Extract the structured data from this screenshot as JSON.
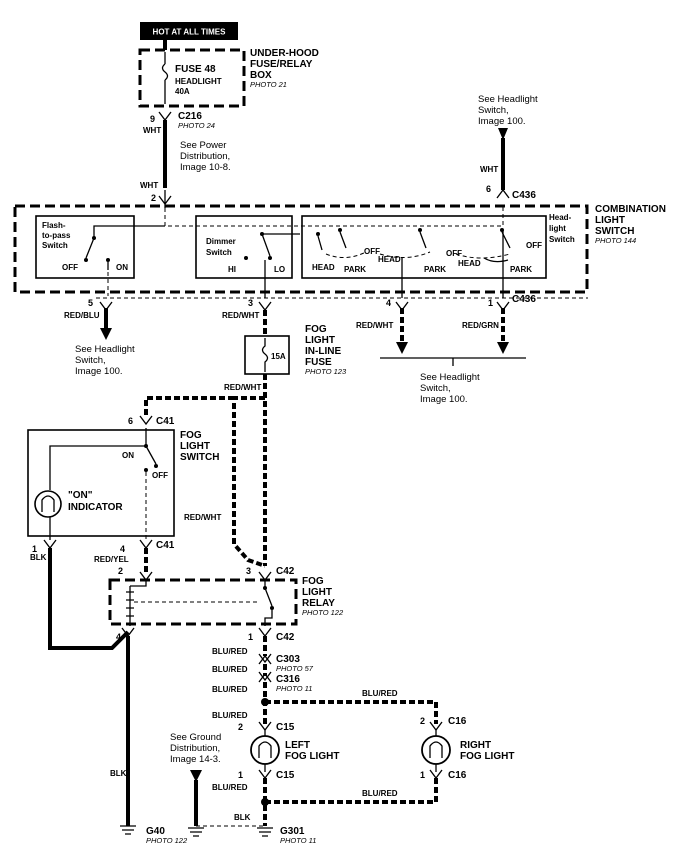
{
  "header": {
    "hot_label": "HOT AT ALL TIMES"
  },
  "underhood": {
    "title_lines": [
      "UNDER-HOOD",
      "FUSE/RELAY",
      "BOX"
    ],
    "photo": "PHOTO 21",
    "fuse_name": "FUSE 48",
    "fuse_desc_lines": [
      "HEADLIGHT",
      "40A"
    ]
  },
  "c216": {
    "pin": "9",
    "name": "C216",
    "photo": "PHOTO 24",
    "wire": "WHT"
  },
  "power_note": {
    "lines": [
      "See Power",
      "Distribution,",
      "Image 10-8."
    ]
  },
  "headlight_note_top": {
    "lines": [
      "See Headlight",
      "Switch,",
      "Image 100."
    ]
  },
  "top_wht": "WHT",
  "c436_top": {
    "pin": "6",
    "name": "C436"
  },
  "pin2": {
    "pin": "2",
    "wire": "WHT"
  },
  "combo": {
    "title_lines": [
      "COMBINATION",
      "LIGHT",
      "SWITCH"
    ],
    "photo": "PHOTO 144",
    "flash_lines": [
      "Flash-",
      "to-pass",
      "Switch"
    ],
    "flash_off": "OFF",
    "flash_on": "ON",
    "dimmer_lines": [
      "Dimmer",
      "Switch"
    ],
    "dimmer_hi": "HI",
    "dimmer_lo": "LO",
    "head_lines": [
      "Head-",
      "light",
      "Switch"
    ],
    "head_labels": [
      "HEAD",
      "PARK",
      "OFF",
      "HEAD",
      "PARK",
      "OFF",
      "HEAD",
      "PARK",
      "OFF"
    ]
  },
  "bottom_pins": {
    "p5": "5",
    "p3": "3",
    "p4": "4",
    "p1": "1",
    "c436": "C436",
    "w5": "RED/BLU",
    "w3": "RED/WHT",
    "w4": "RED/WHT",
    "w1": "RED/GRN"
  },
  "headlight_note_left": {
    "lines": [
      "See Headlight",
      "Switch,",
      "Image 100."
    ]
  },
  "headlight_note_right": {
    "lines": [
      "See Headlight",
      "Switch,",
      "Image 100."
    ]
  },
  "inline_fuse": {
    "title_lines": [
      "FOG",
      "LIGHT",
      "IN-LINE",
      "FUSE"
    ],
    "photo": "PHOTO 123",
    "rating": "15A"
  },
  "red_wht_1": "RED/WHT",
  "c41_top": {
    "pin": "6",
    "name": "C41"
  },
  "fog_switch": {
    "title_lines": [
      "FOG",
      "LIGHT",
      "SWITCH"
    ],
    "on": "ON",
    "off": "OFF",
    "indicator_lines": [
      "\"ON\"",
      "INDICATOR"
    ]
  },
  "red_wht_2": "RED/WHT",
  "c41_bottom": {
    "pin1": "1",
    "pin4": "4",
    "name": "C41",
    "w1": "BLK",
    "w4": "RED/YEL"
  },
  "relay": {
    "title_lines": [
      "FOG",
      "LIGHT",
      "RELAY"
    ],
    "photo": "PHOTO 122",
    "p2": "2",
    "p3": "3",
    "p4": "4",
    "p1": "1",
    "c42_top": "C42",
    "c42_bottom": "C42"
  },
  "c303": {
    "name": "C303",
    "photo": "PHOTO 57",
    "w_above": "BLU/RED",
    "w_below": "BLU/RED"
  },
  "c316": {
    "name": "C316",
    "photo": "PHOTO 11"
  },
  "blu_red_branch": "BLU/RED",
  "left_fog": {
    "pin_top": "2",
    "pin_bot": "1",
    "name": "C15",
    "title_lines": [
      "LEFT",
      "FOG LIGHT"
    ],
    "w_above": "BLU/RED",
    "w_below": "BLU/RED"
  },
  "right_fog": {
    "pin_top": "2",
    "pin_bot": "1",
    "name": "C16",
    "title_lines": [
      "RIGHT",
      "FOG LIGHT"
    ]
  },
  "ground_note": {
    "lines": [
      "See Ground",
      "Distribution,",
      "Image 14-3."
    ]
  },
  "blk_left": "BLK",
  "blk_bottom": "BLK",
  "blu_red_return": "BLU/RED",
  "g40": {
    "name": "G40",
    "photo": "PHOTO 122"
  },
  "g301": {
    "name": "G301",
    "photo": "PHOTO 11"
  }
}
